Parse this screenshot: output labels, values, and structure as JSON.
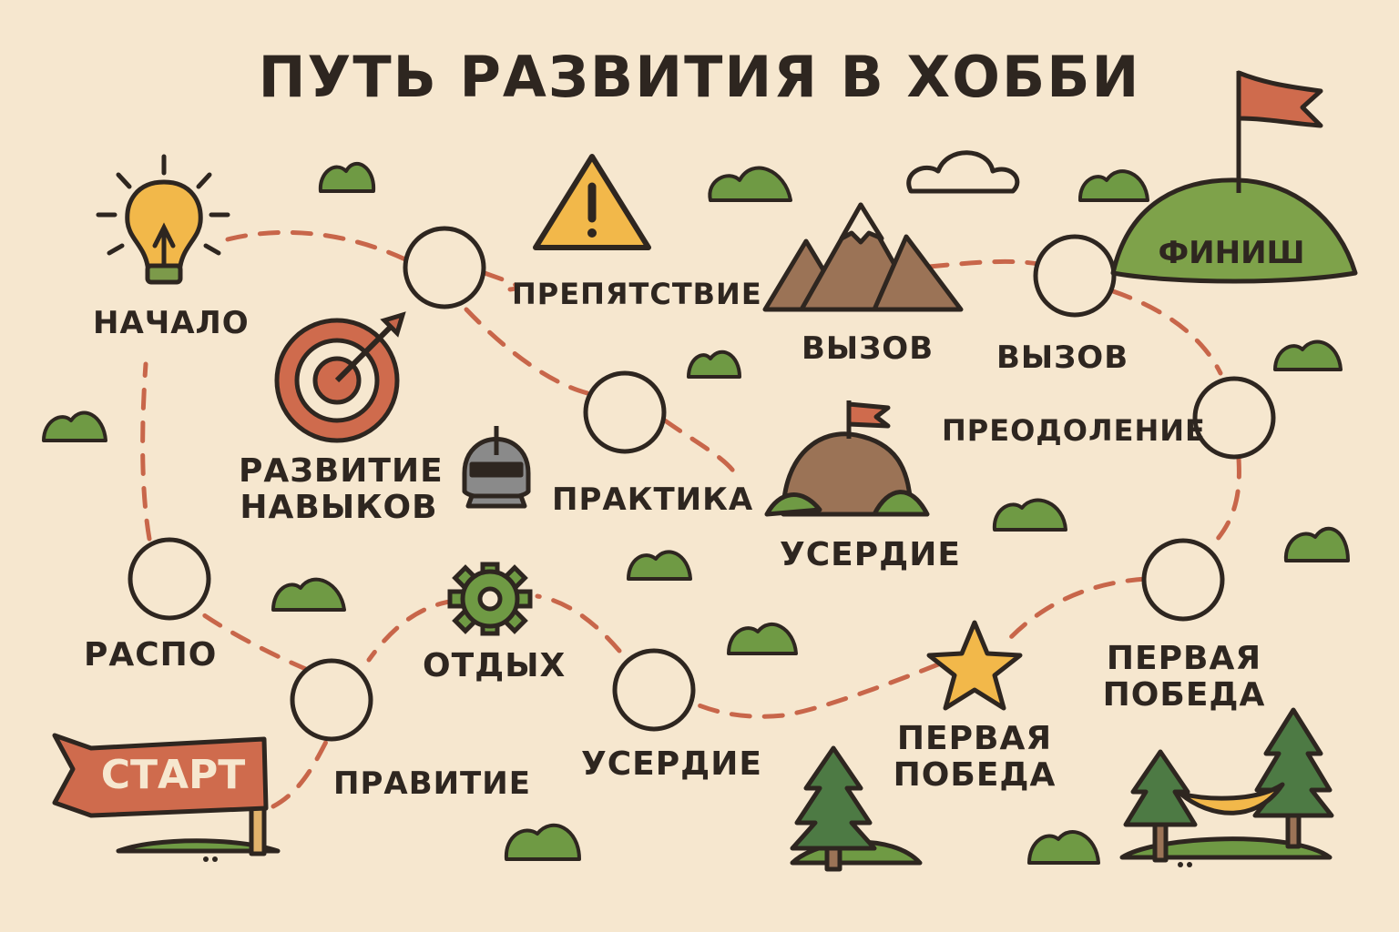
{
  "title": "ПУТЬ РАЗВИТИЯ В ХОББИ",
  "start": "СТАРТ",
  "finish": "ФИНИШ",
  "labels": {
    "nachalo": "НАЧАЛО",
    "prepyatstvie": "ПРЕПЯТСТВИЕ",
    "vyzov1": "ВЫЗОВ",
    "vyzov2": "ВЫЗОВ",
    "razvitie_line1": "РАЗВИТИЕ",
    "razvitie_line2": "НАВЫКОВ",
    "praktika": "ПРАКТИКА",
    "preodolenie": "ПРЕОДОЛЕНИЕ",
    "userdie1": "УСЕРДИЕ",
    "raspo": "РАСПО",
    "otdyh": "ОТДЫХ",
    "pravitie": "ПРАВИТИЕ",
    "userdie2": "УСЕРДИЕ",
    "pervaya1_line1": "ПЕРВАЯ",
    "pervaya1_line2": "ПОБЕДА",
    "pervaya2_line1": "ПЕРВАЯ",
    "pervaya2_line2": "ПОБЕДА"
  },
  "icons": [
    "lightbulb-icon",
    "warning-icon",
    "target-icon",
    "knight-helmet-icon",
    "mountains-icon",
    "hill-flag-icon",
    "gear-icon",
    "star-icon",
    "finish-flag-icon",
    "start-banner-icon",
    "tree-icon",
    "hammock-icon",
    "cloud-icon",
    "bush-icon"
  ],
  "colors": {
    "background": "#f6e7cf",
    "path": "#c8664a",
    "ink": "#2e2620",
    "green": "#6f9a44",
    "flag": "#cf6b4d",
    "gold": "#f2b84a",
    "brown": "#9b7356",
    "tree": "#4d7a44"
  }
}
